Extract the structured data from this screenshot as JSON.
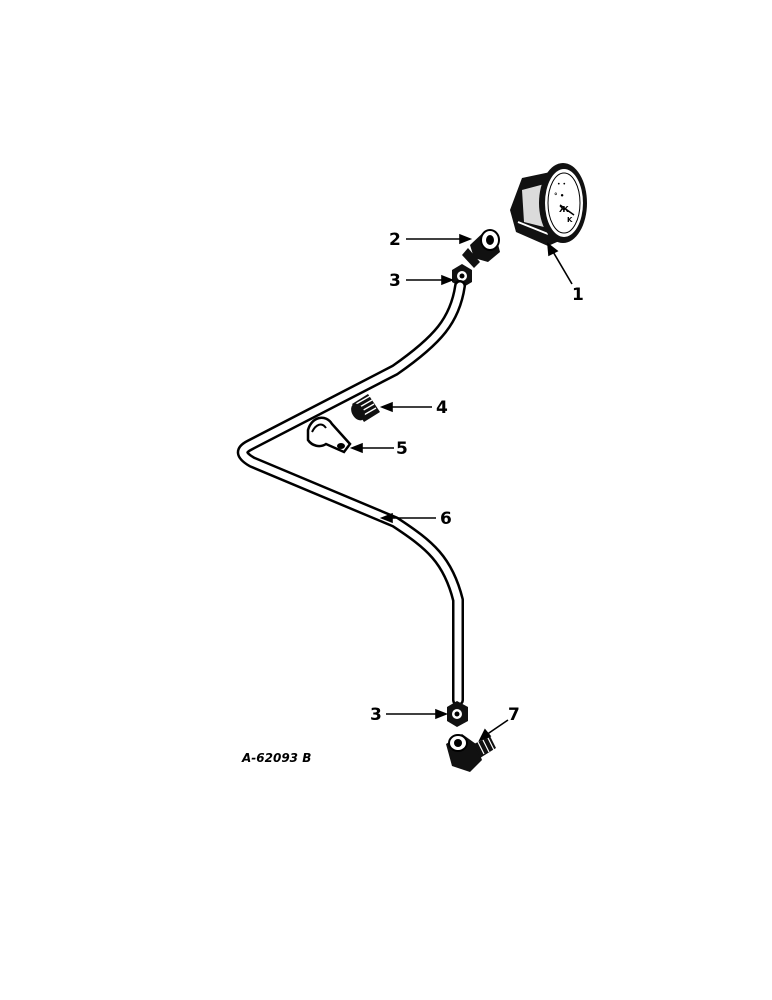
{
  "drawing_number": "A-62093 B",
  "callouts": {
    "gauge": "1",
    "elbow_top": "2",
    "nut_top": "3",
    "ferrule": "4",
    "clip": "5",
    "tube": "6",
    "nut_bottom": "3",
    "elbow_bottom": "7"
  },
  "colors": {
    "ink": "#000000",
    "paper": "#ffffff"
  }
}
